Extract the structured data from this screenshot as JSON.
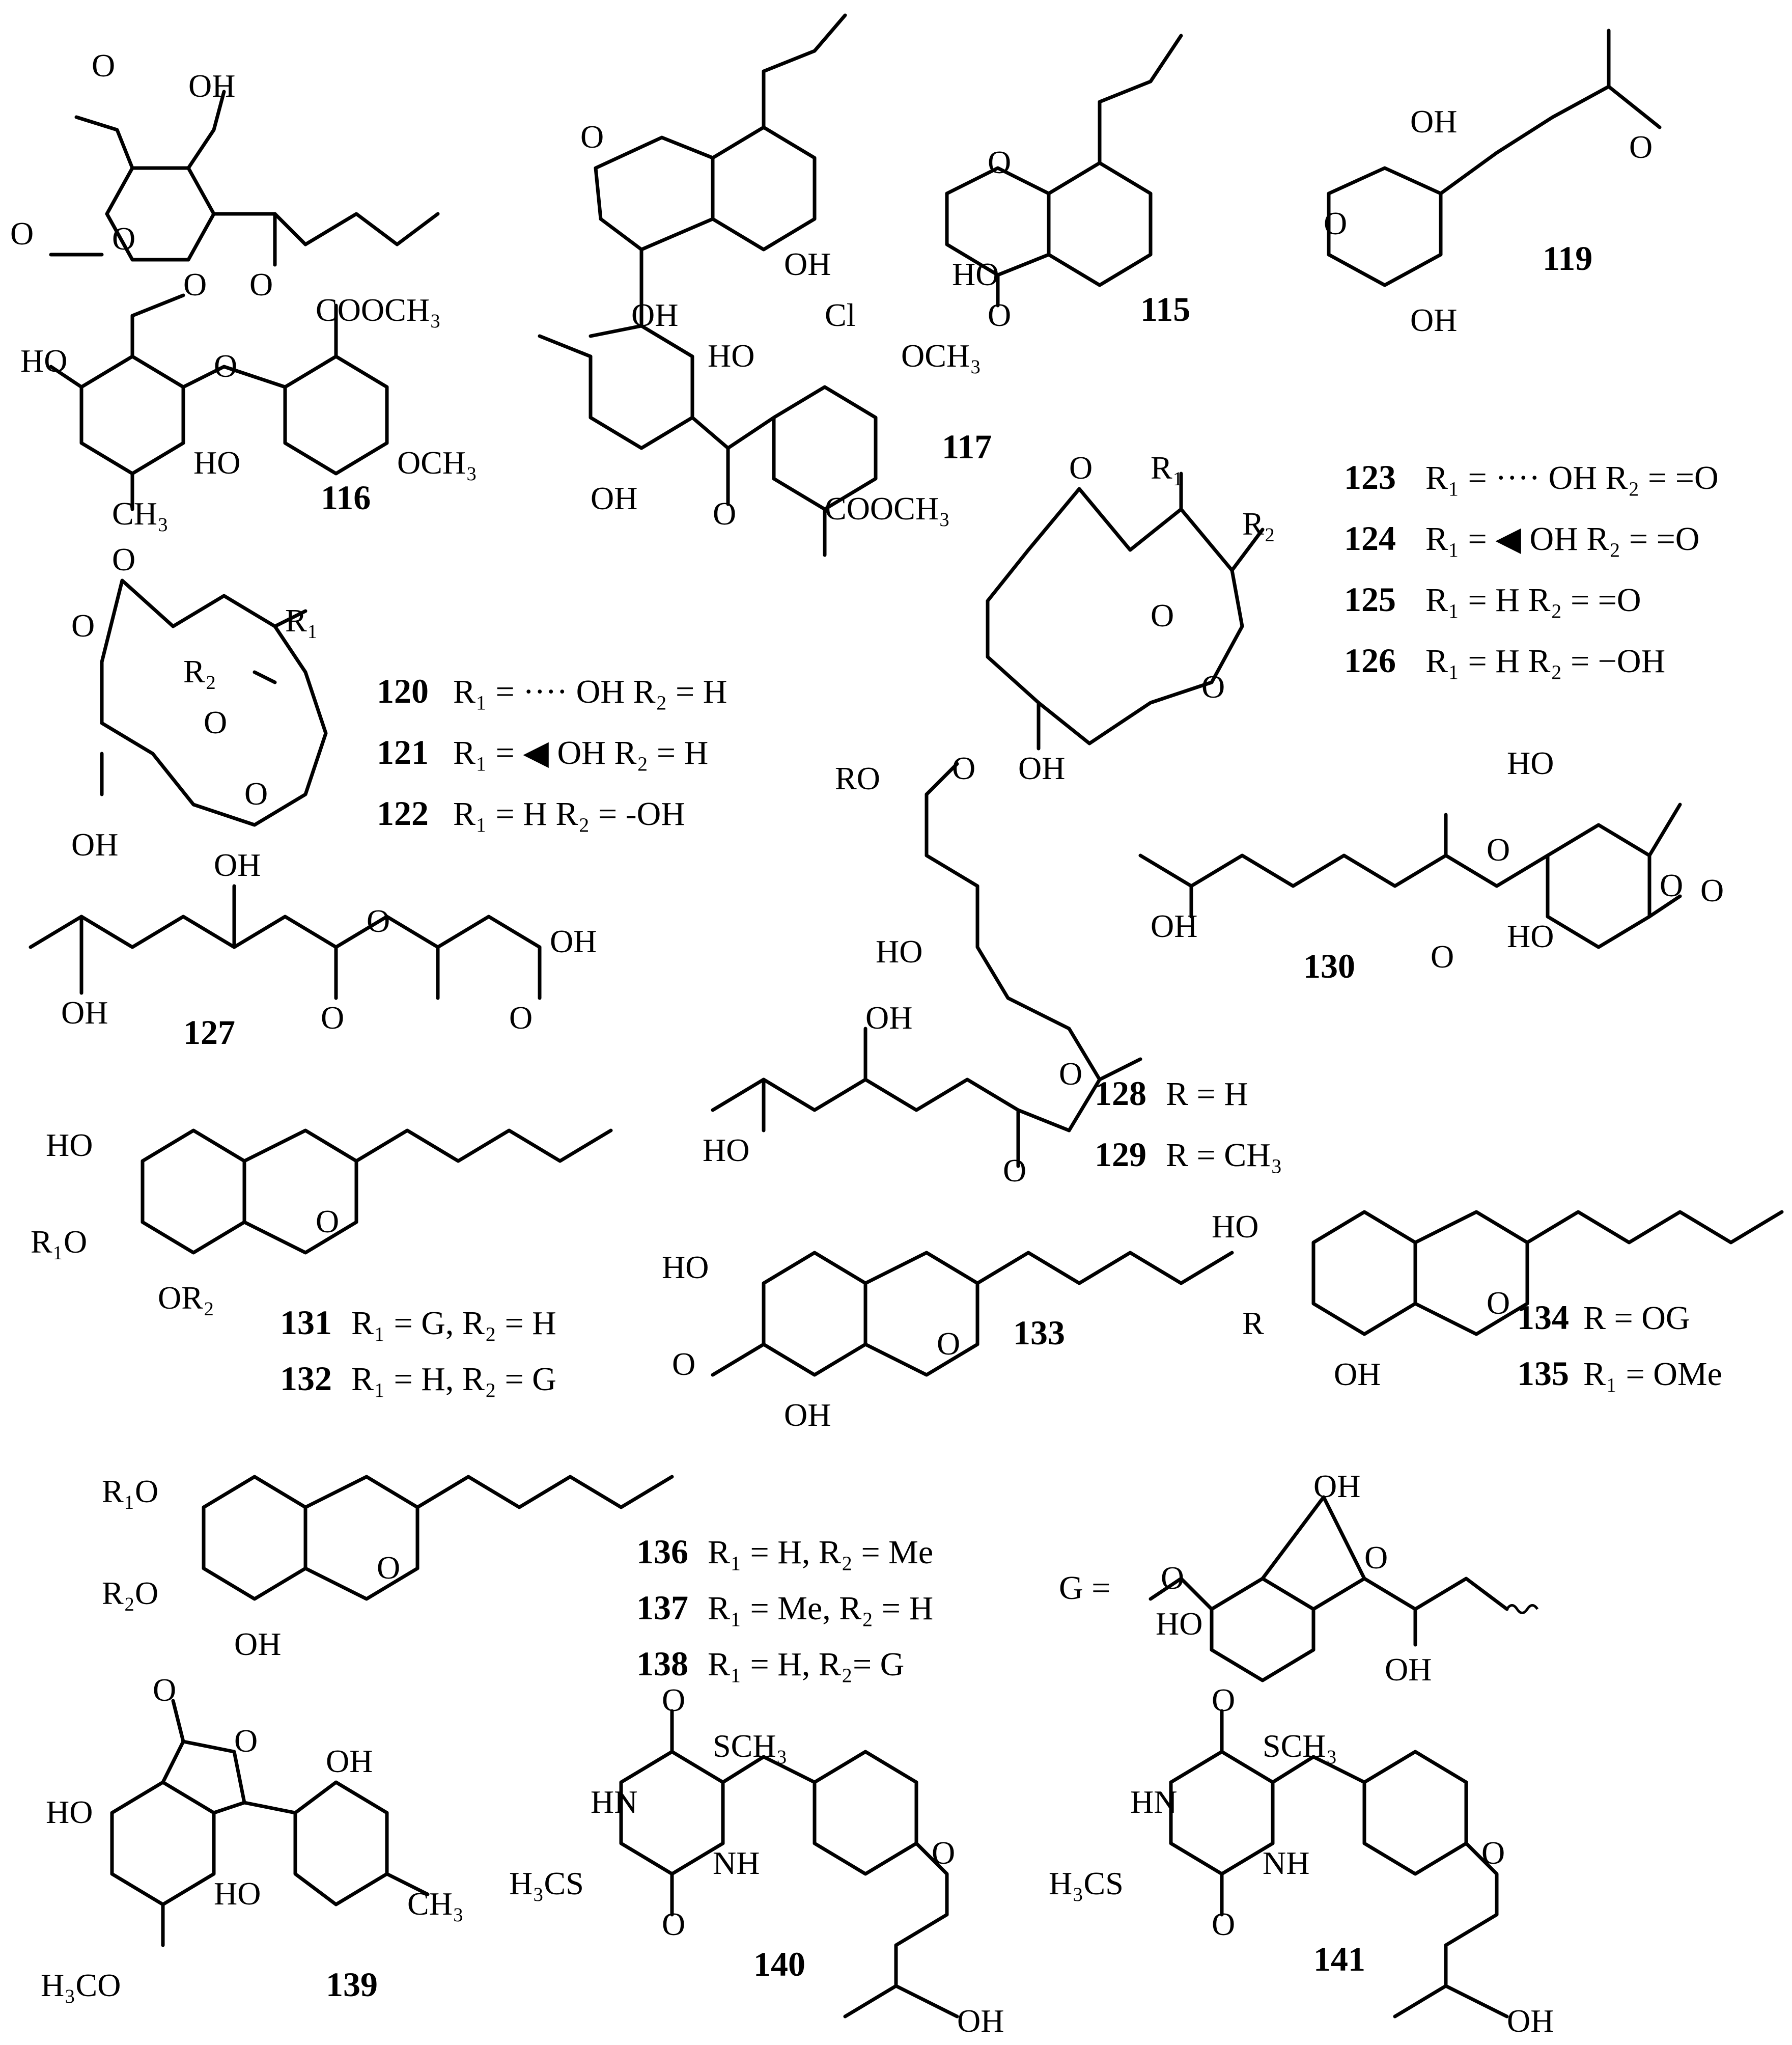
{
  "compounds": {
    "c115": "115",
    "c116": "116",
    "c117": "117",
    "c119": "119",
    "c127": "127",
    "c130": "130",
    "c133": "133",
    "c139": "139",
    "c140": "140",
    "c141": "141"
  },
  "substituents": [
    {
      "num": "123",
      "text": "R₁ = ···· OH R₂ = =O"
    },
    {
      "num": "124",
      "text": "R₁ = ◀ OH R₂ = =O"
    },
    {
      "num": "125",
      "text": "R₁ = H R₂ = =O"
    },
    {
      "num": "126",
      "text": "R₁ = H R₂ = −OH"
    },
    {
      "num": "120",
      "text": "R₁ = ···· OH R₂ = H"
    },
    {
      "num": "121",
      "text": "R₁ = ◀ OH R₂ = H"
    },
    {
      "num": "122",
      "text": "R₁ = H R₂ = -OH"
    },
    {
      "num": "128",
      "text": "R = H"
    },
    {
      "num": "129",
      "text": "R = CH₃"
    },
    {
      "num": "131",
      "text": "R₁ = G, R₂ = H"
    },
    {
      "num": "132",
      "text": "R₁ = H, R₂ = G"
    },
    {
      "num": "134",
      "text": "R = OG"
    },
    {
      "num": "135",
      "text": "R₁ = OMe"
    },
    {
      "num": "136",
      "text": "R₁ = H, R₂ = Me"
    },
    {
      "num": "137",
      "text": "R₁ = Me, R₂ = H"
    },
    {
      "num": "138",
      "text": "R₁ = H, R₂= G"
    }
  ],
  "labels": {
    "oh": "OH",
    "ho": "HO",
    "o": "O",
    "cl": "Cl",
    "och3": "OCH₃",
    "cooch3": "COOCH₃",
    "ch3": "CH₃",
    "h3co": "H₃CO",
    "sch3": "SCH₃",
    "h3cs": "H₃CS",
    "hn": "HN",
    "nh": "NH",
    "ro": "RO",
    "r": "R",
    "r1": "R₁",
    "r2": "R₂",
    "r1o": "R₁O",
    "r2o": "R₂O",
    "or2": "OR₂",
    "g_def": "G ="
  }
}
